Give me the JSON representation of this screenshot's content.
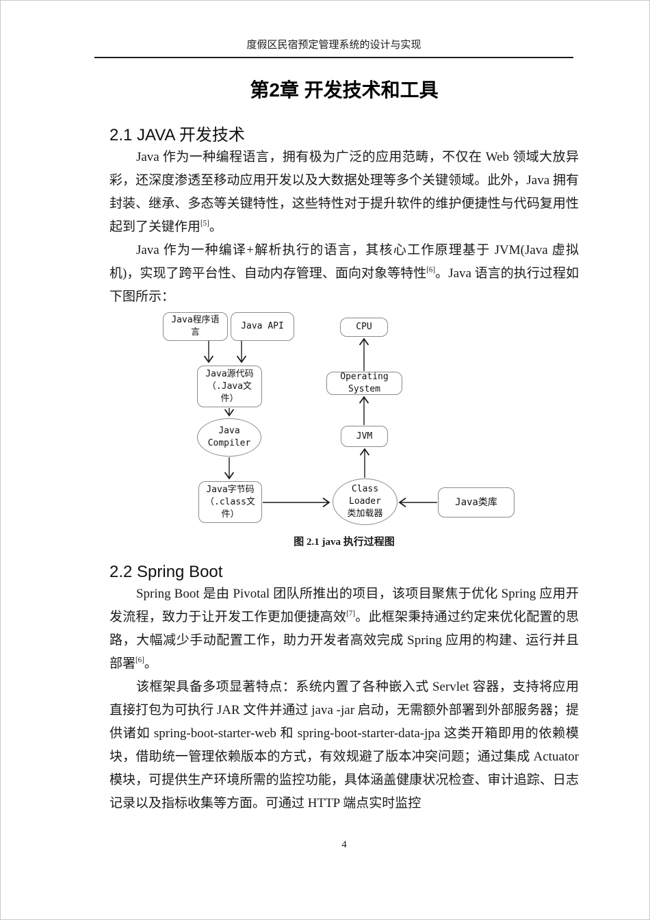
{
  "header": {
    "running_title": "度假区民宿预定管理系统的设计与实现"
  },
  "chapter": {
    "title": "第2章 开发技术和工具"
  },
  "sections": [
    {
      "heading": "2.1 JAVA 开发技术",
      "paragraphs": [
        [
          {
            "text": "Java 作为一种编程语言，拥有极为广泛的应用范畴，不仅在 Web 领域大放异彩，还深度渗透至移动应用开发以及大数据处理等多个关键领域。此外，Java 拥有封装、继承、多态等关键特性，这些特性对于提升软件的维护便捷性与代码复用性起到了关键作用"
          },
          {
            "sup": "[5]"
          },
          {
            "text": "。"
          }
        ],
        [
          {
            "text": "Java 作为一种编译+解析执行的语言，其核心工作原理基于 JVM(Java 虚拟机)，实现了跨平台性、自动内存管理、面向对象等特性"
          },
          {
            "sup": "[6]"
          },
          {
            "text": "。Java 语言的执行过程如下图所示："
          }
        ]
      ]
    },
    {
      "heading": "2.2 Spring Boot",
      "paragraphs": [
        [
          {
            "text": "Spring Boot 是由 Pivotal 团队所推出的项目，该项目聚焦于优化 Spring 应用开发流程，致力于让开发工作更加便捷高效"
          },
          {
            "sup": "[7]"
          },
          {
            "text": "。此框架秉持通过约定来优化配置的思路，大幅减少手动配置工作，助力开发者高效完成 Spring 应用的构建、运行并且部署"
          },
          {
            "sup": "[6]"
          },
          {
            "text": "。"
          }
        ],
        [
          {
            "text": "该框架具备多项显著特点：系统内置了各种嵌入式 Servlet 容器，支持将应用直接打包为可执行 JAR 文件并通过 java -jar 启动，无需额外部署到外部服务器；提供诸如 spring-boot-starter-web 和 spring-boot-starter-data-jpa 这类开箱即用的依赖模块，借助统一管理依赖版本的方式，有效规避了版本冲突问题；通过集成 Actuator 模块，可提供生产环境所需的监控功能，具体涵盖健康状况检查、审计追踪、日志记录以及指标收集等方面。可通过 HTTP 端点实时监控"
          }
        ]
      ]
    }
  ],
  "figure": {
    "caption": "图 2.1 java 执行过程图",
    "colors": {
      "node_border": "#8a8a8a",
      "arrow": "#1a1a1a"
    },
    "nodes": [
      {
        "id": "java-language",
        "shape": "rounded-rect",
        "label": "Java程序语\n言"
      },
      {
        "id": "java-api",
        "shape": "rounded-rect",
        "label": "Java API"
      },
      {
        "id": "java-source",
        "shape": "rounded-rect",
        "label": "Java源代码\n（.Java文\n件）"
      },
      {
        "id": "java-compiler",
        "shape": "ellipse",
        "label": "Java\nCompiler"
      },
      {
        "id": "java-bytecode",
        "shape": "rounded-rect",
        "label": "Java字节码\n（.class文\n件）"
      },
      {
        "id": "cpu",
        "shape": "rounded-rect",
        "label": "CPU"
      },
      {
        "id": "operating-system",
        "shape": "rounded-rect",
        "label": "Operating\nSystem"
      },
      {
        "id": "jvm",
        "shape": "rounded-rect",
        "label": "JVM"
      },
      {
        "id": "class-loader",
        "shape": "ellipse",
        "label": "Class\nLoader\n类加载器"
      },
      {
        "id": "java-library",
        "shape": "rounded-rect",
        "label": "Java类库"
      }
    ]
  },
  "footer": {
    "page_number": "4"
  }
}
